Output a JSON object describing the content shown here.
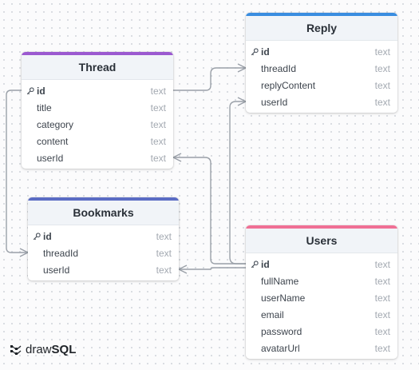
{
  "tables": [
    {
      "title": "Thread",
      "accent": "#9b59d0",
      "columns": [
        {
          "name": "id",
          "type": "text",
          "pk": true
        },
        {
          "name": "title",
          "type": "text"
        },
        {
          "name": "category",
          "type": "text"
        },
        {
          "name": "content",
          "type": "text"
        },
        {
          "name": "userId",
          "type": "text"
        }
      ]
    },
    {
      "title": "Reply",
      "accent": "#3a8de0",
      "columns": [
        {
          "name": "id",
          "type": "text",
          "pk": true
        },
        {
          "name": "threadId",
          "type": "text"
        },
        {
          "name": "replyContent",
          "type": "text"
        },
        {
          "name": "userId",
          "type": "text"
        }
      ]
    },
    {
      "title": "Bookmarks",
      "accent": "#5b6cc4",
      "columns": [
        {
          "name": "id",
          "type": "text",
          "pk": true
        },
        {
          "name": "threadId",
          "type": "text"
        },
        {
          "name": "userId",
          "type": "text"
        }
      ]
    },
    {
      "title": "Users",
      "accent": "#f07095",
      "columns": [
        {
          "name": "id",
          "type": "text",
          "pk": true
        },
        {
          "name": "fullName",
          "type": "text"
        },
        {
          "name": "userName",
          "type": "text"
        },
        {
          "name": "email",
          "type": "text"
        },
        {
          "name": "password",
          "type": "text"
        },
        {
          "name": "avatarUrl",
          "type": "text"
        }
      ]
    }
  ],
  "relationships": [
    {
      "from": "Reply.threadId",
      "to": "Thread.id"
    },
    {
      "from": "Reply.userId",
      "to": "Users.id"
    },
    {
      "from": "Thread.userId",
      "to": "Users.id"
    },
    {
      "from": "Bookmarks.threadId",
      "to": "Thread.id"
    },
    {
      "from": "Bookmarks.userId",
      "to": "Users.id"
    }
  ],
  "logo": {
    "part1": "draw",
    "part2": "SQL",
    "icon": "drawsql-logo-icon"
  }
}
